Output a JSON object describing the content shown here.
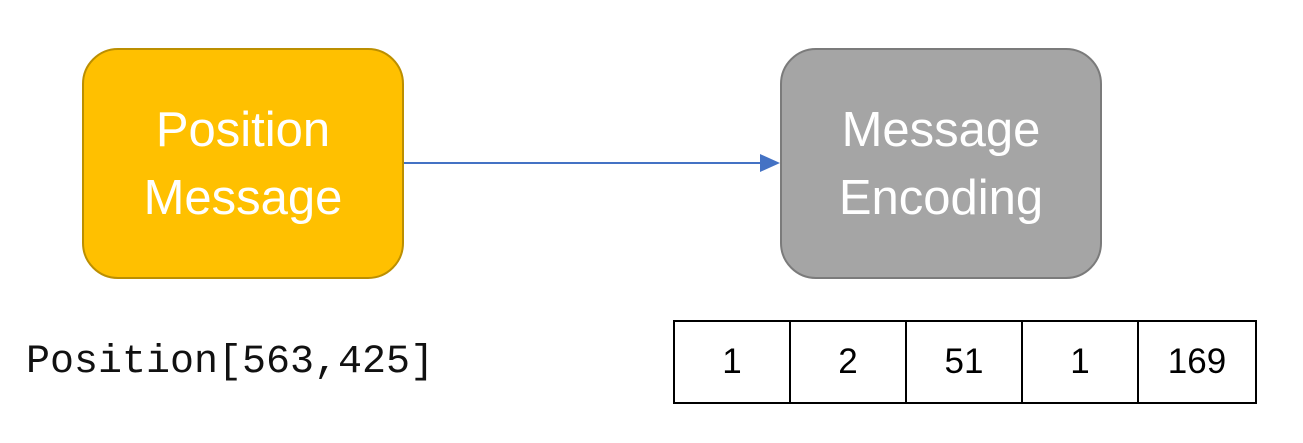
{
  "left_box": {
    "line1": "Position",
    "line2": "Message",
    "color": "#ffc000"
  },
  "right_box": {
    "line1": "Message",
    "line2": "Encoding",
    "color": "#a5a5a5"
  },
  "arrow_color": "#4472c4",
  "position_code": "Position[563,425]",
  "encoding_cells": [
    "1",
    "2",
    "51",
    "1",
    "169"
  ]
}
